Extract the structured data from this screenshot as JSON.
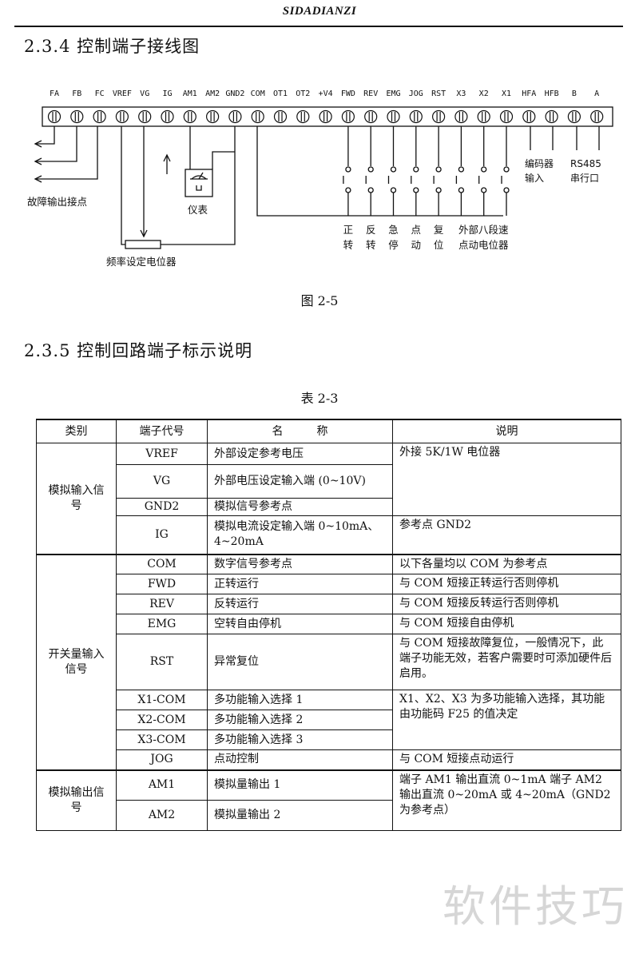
{
  "header": {
    "brand": "SIDADIANZI"
  },
  "section_234": {
    "title": "2.3.4 控制端子接线图"
  },
  "diagram": {
    "terminals": [
      "FA",
      "FB",
      "FC",
      "VREF",
      "VG",
      "IG",
      "AM1",
      "AM2",
      "GND2",
      "COM",
      "OT1",
      "OT2",
      "+V4",
      "FWD",
      "REV",
      "EMG",
      "JOG",
      "RST",
      "X3",
      "X2",
      "X1",
      "HFA",
      "HFB",
      "B",
      "A"
    ],
    "fault_output_label": "故障输出接点",
    "meter_label": "仪表",
    "pot_label": "频率设定电位器",
    "encoder_label": [
      "编码器",
      "输入"
    ],
    "rs485_label": [
      "RS485",
      "串行口"
    ],
    "switch_labels": [
      [
        "正",
        "转"
      ],
      [
        "反",
        "转"
      ],
      [
        "急",
        "停"
      ],
      [
        "点",
        "动"
      ],
      [
        "复",
        "位"
      ]
    ],
    "multi_speed_label": [
      "外部八段速",
      "点动电位器"
    ]
  },
  "figure_caption": "图 2-5",
  "section_235": {
    "title": "2.3.5 控制回路端子标示说明"
  },
  "table_caption": "表 2-3",
  "table": {
    "headers": {
      "category": "类别",
      "code": "端子代号",
      "name": "名　　　称",
      "note": "说明"
    },
    "groups": [
      {
        "category": "模拟输入信号",
        "rows": [
          {
            "code": "VREF",
            "name": "外部设定参考电压"
          },
          {
            "code": "VG",
            "name": "外部电压设定输入端 (0~10V)"
          },
          {
            "code": "GND2",
            "name": "模拟信号参考点"
          },
          {
            "code": "IG",
            "name": "模拟电流设定输入端 0~10mA、4~20mA"
          }
        ],
        "notes": [
          "外接 5K/1W 电位器",
          "参考点 GND2"
        ]
      },
      {
        "category": "开关量输入信号",
        "rows": [
          {
            "code": "COM",
            "name": "数字信号参考点",
            "note": "以下各量均以 COM 为参考点"
          },
          {
            "code": "FWD",
            "name": "正转运行",
            "note": "与 COM 短接正转运行否则停机"
          },
          {
            "code": "REV",
            "name": "反转运行",
            "note": "与 COM 短接反转运行否则停机"
          },
          {
            "code": "EMG",
            "name": "空转自由停机",
            "note": "与 COM 短接自由停机"
          },
          {
            "code": "RST",
            "name": "异常复位",
            "note": "与 COM 短接故障复位，一般情况下，此端子功能无效，若客户需要时可添加硬件后启用。"
          },
          {
            "code": "X1-COM",
            "name": "多功能输入选择 1"
          },
          {
            "code": "X2-COM",
            "name": "多功能输入选择 2"
          },
          {
            "code": "X3-COM",
            "name": "多功能输入选择 3"
          },
          {
            "code": "JOG",
            "name": "点动控制",
            "note": "与 COM 短接点动运行"
          }
        ],
        "x_note": "X1、X2、X3 为多功能输入选择，其功能由功能码 F25 的值决定"
      },
      {
        "category": "模拟输出信号",
        "rows": [
          {
            "code": "AM1",
            "name": "模拟量输出 1"
          },
          {
            "code": "AM2",
            "name": "模拟量输出 2"
          }
        ],
        "note": "端子 AM1 输出直流 0~1mA 端子 AM2 输出直流 0~20mA 或 4~20mA（GND2 为参考点）"
      }
    ]
  },
  "watermark": "软件技巧"
}
